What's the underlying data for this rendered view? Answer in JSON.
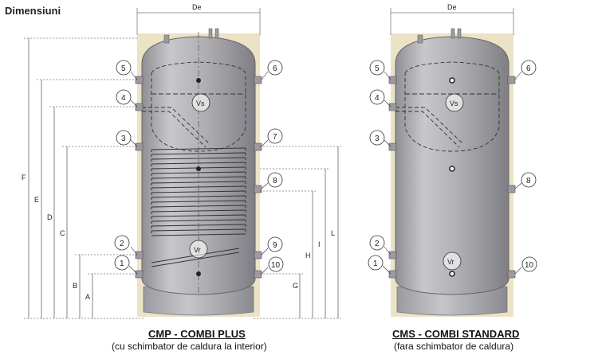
{
  "heading": "Dimensiuni",
  "colors": {
    "background_plate": "#ece3c6",
    "tank_body": "#b4b4b8",
    "tank_dark": "#8a8a90",
    "coil_line": "#3a3a3a"
  },
  "left_tank": {
    "caption_title": "CMP - COMBI PLUS",
    "caption_sub": "(cu schimbator de caldura la interior)",
    "width_label": "De",
    "dim_labels": [
      "F",
      "E",
      "D",
      "C",
      "B",
      "A",
      "G",
      "H",
      "I",
      "L"
    ],
    "port_numbers": [
      "5",
      "4",
      "3",
      "2",
      "1",
      "6",
      "7",
      "8",
      "9",
      "10"
    ],
    "volume_labels": [
      "Vs",
      "Vr"
    ]
  },
  "right_tank": {
    "caption_title": "CMS - COMBI STANDARD",
    "caption_sub": "(fara schimbator de caldura)",
    "width_label": "De",
    "port_numbers": [
      "5",
      "4",
      "3",
      "2",
      "1",
      "6",
      "8",
      "10"
    ],
    "volume_labels": [
      "Vs",
      "Vr"
    ]
  }
}
